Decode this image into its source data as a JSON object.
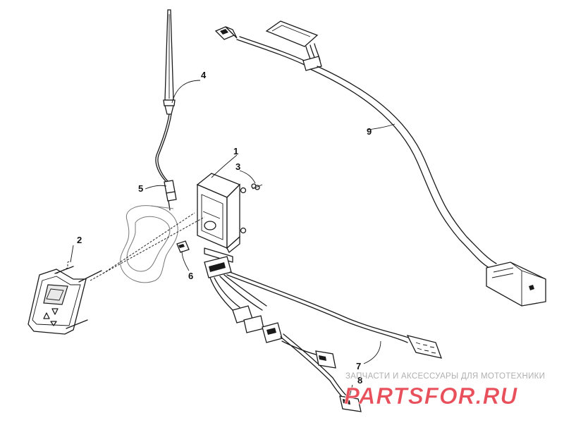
{
  "callouts": {
    "c1": "1",
    "c2": "2",
    "c3": "3",
    "c4": "4",
    "c5": "5",
    "c6": "6",
    "c7": "7",
    "c8": "8",
    "c9": "9"
  },
  "watermark": {
    "caption": "ЗАПЧАСТИ И АКСЕССУАРЫ ДЛЯ МОТОТЕХНИКИ",
    "logo_text": "PARTSFOR.RU",
    "logo_color": "#e8505b"
  }
}
